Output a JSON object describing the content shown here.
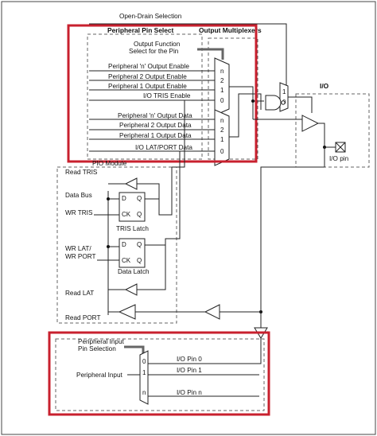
{
  "diagram": {
    "open_drain": "Open-Drain Selection",
    "peripheral_pin_select": "Peripheral Pin Select",
    "output_multiplexers": "Output Multiplexers",
    "output_function_select": [
      "Output Function",
      "Select for the Pin"
    ],
    "output_enables": [
      "Peripheral 'n' Output Enable",
      "Peripheral 2 Output Enable",
      "Peripheral 1 Output Enable",
      "I/O TRIS Enable"
    ],
    "output_data": [
      "Peripheral 'n' Output Data",
      "Peripheral 2 Output Data",
      "Peripheral 1 Output Data",
      "I/O LAT/PORT Data"
    ],
    "mux_inputs_top": [
      "n",
      "2",
      "1",
      "0"
    ],
    "mux_inputs_bottom": [
      "n",
      "2",
      "1",
      "0"
    ],
    "io": "I/O",
    "io_pin": "I/O pin",
    "pio_module": "PIO Module",
    "read_tris": "Read TRIS",
    "data_bus": "Data Bus",
    "wr_tris": "WR TRIS",
    "tris_latch": "TRIS Latch",
    "wr_lat": [
      "WR LAT/",
      "WR PORT"
    ],
    "data_latch": "Data Latch",
    "read_lat": "Read LAT",
    "read_port": "Read PORT",
    "latch_pins": {
      "d": "D",
      "q": "Q",
      "ck": "CK",
      "qbar": "Q"
    },
    "peripheral_input_pin_selection": [
      "Peripheral Input",
      "Pin Selection"
    ],
    "peripheral_input": "Peripheral Input",
    "input_mux_labels": [
      "0",
      "1",
      "n"
    ],
    "input_pins": [
      "I/O Pin 0",
      "I/O Pin 1",
      "I/O Pin n"
    ]
  }
}
